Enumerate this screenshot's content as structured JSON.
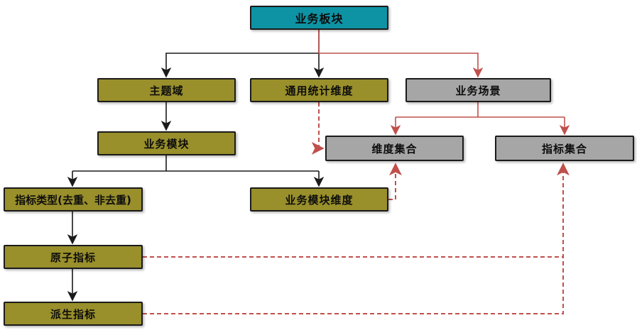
{
  "diagram": {
    "type": "flowchart",
    "colors": {
      "teal": "#0E93A4",
      "olive": "#998F2B",
      "gray": "#A6A6A6",
      "red": "#C0504D",
      "black": "#1B1B1B"
    },
    "nodes": {
      "biz_sector": {
        "label": "业务板块"
      },
      "subject_domain": {
        "label": "主题域"
      },
      "common_stat_dim": {
        "label": "通用统计维度"
      },
      "biz_scenario": {
        "label": "业务场景"
      },
      "biz_module": {
        "label": "业务模块"
      },
      "dim_set": {
        "label": "维度集合"
      },
      "metric_set": {
        "label": "指标集合"
      },
      "metric_type": {
        "label": "指标类型(去重、非去重)"
      },
      "biz_module_dim": {
        "label": "业务模块维度"
      },
      "atomic_metric": {
        "label": "原子指标"
      },
      "derived_metric": {
        "label": "派生指标"
      }
    },
    "edges": [
      {
        "from": "biz_sector",
        "to": "subject_domain",
        "style": "solid-black"
      },
      {
        "from": "biz_sector",
        "to": "common_stat_dim",
        "style": "solid-black"
      },
      {
        "from": "biz_sector",
        "to": "biz_scenario",
        "style": "solid-red"
      },
      {
        "from": "subject_domain",
        "to": "biz_module",
        "style": "solid-black"
      },
      {
        "from": "biz_scenario",
        "to": "dim_set",
        "style": "solid-red"
      },
      {
        "from": "biz_scenario",
        "to": "metric_set",
        "style": "solid-red"
      },
      {
        "from": "biz_module",
        "to": "metric_type",
        "style": "solid-black"
      },
      {
        "from": "biz_module",
        "to": "biz_module_dim",
        "style": "solid-black"
      },
      {
        "from": "common_stat_dim",
        "to": "dim_set",
        "style": "dashed-red"
      },
      {
        "from": "biz_module_dim",
        "to": "dim_set",
        "style": "dashed-red"
      },
      {
        "from": "metric_type",
        "to": "atomic_metric",
        "style": "solid-black"
      },
      {
        "from": "atomic_metric",
        "to": "derived_metric",
        "style": "solid-black"
      },
      {
        "from": "atomic_metric",
        "to": "metric_set",
        "style": "dashed-red"
      },
      {
        "from": "derived_metric",
        "to": "metric_set",
        "style": "dashed-red"
      }
    ]
  }
}
